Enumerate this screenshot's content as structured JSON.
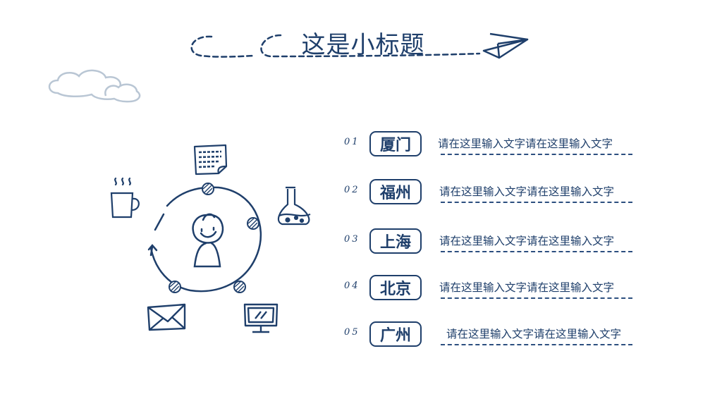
{
  "title": "这是小标题",
  "items": [
    {
      "num": "01",
      "city": "厦门",
      "text": "请在这里输入文字请在这里输入文字"
    },
    {
      "num": "02",
      "city": "福州",
      "text": "请在这里输入文字请在这里输入文字"
    },
    {
      "num": "03",
      "city": "上海",
      "text": "请在这里输入文字请在这里输入文字"
    },
    {
      "num": "04",
      "city": "北京",
      "text": "请在这里输入文字请在这里输入文字"
    },
    {
      "num": "05",
      "city": "广州",
      "text": "请在这里输入文字请在这里输入文字"
    }
  ],
  "icons": [
    "cloud-icon",
    "paper-plane-icon",
    "person-icon",
    "notepad-icon",
    "flask-icon",
    "monitor-icon",
    "envelope-icon",
    "coffee-cup-icon"
  ],
  "colors": {
    "ink": "#1f3f6b",
    "cloud": "#b9c6d4"
  }
}
